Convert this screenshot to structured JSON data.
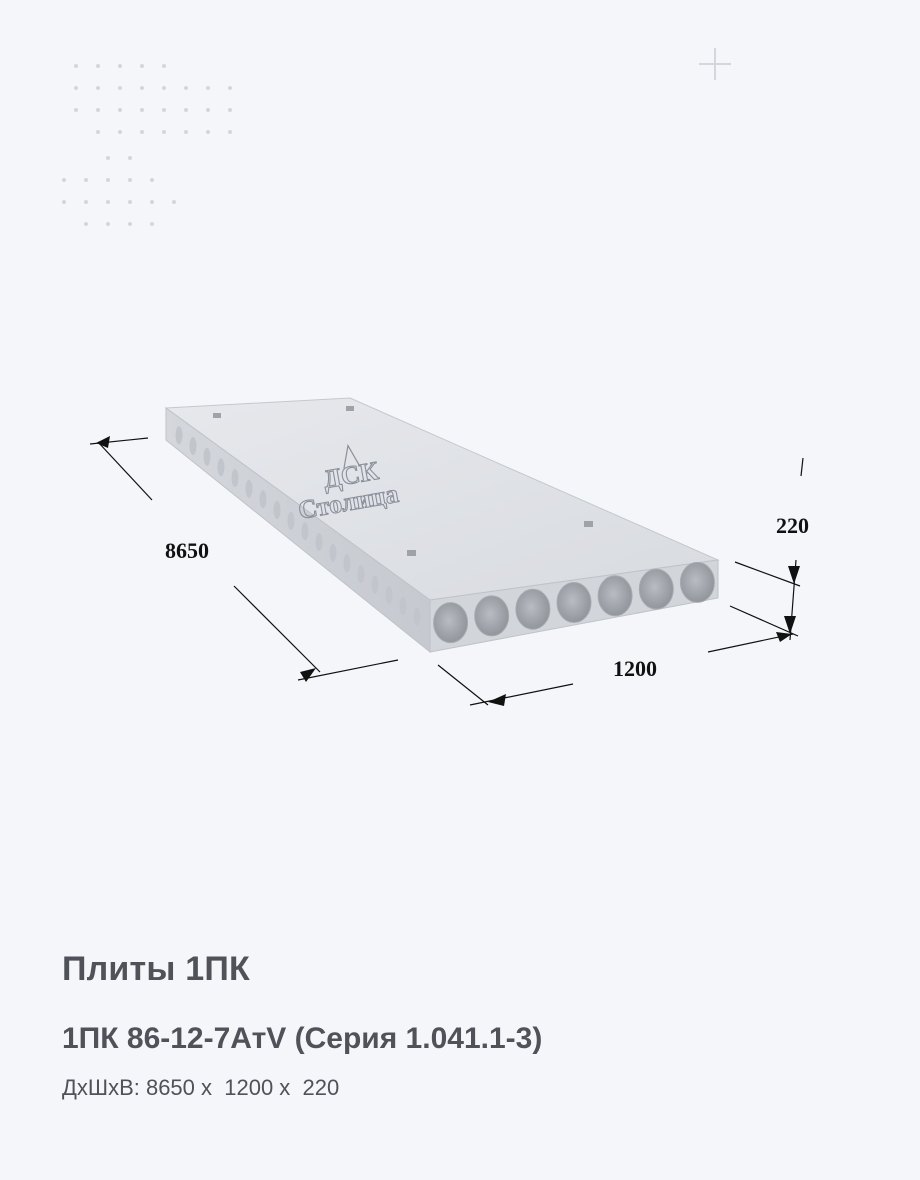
{
  "category_title": "Плиты 1ПК",
  "product_title": "1ПК 86-12-7АтV (Серия 1.041.1-3)",
  "dimensions_line": "ДхШхВ: 8650 х  1200 х  220",
  "drawing": {
    "length_label": "8650",
    "width_label": "1200",
    "height_label": "220",
    "logo_top": "ДСК",
    "logo_bottom": "Столица",
    "hollow_core_count": 7
  },
  "colors": {
    "background": "#f5f6fa",
    "text": "#4f5258",
    "slab_top": "#dfe2e6",
    "slab_face": "#cfd3d8",
    "dimension_lines": "#111111"
  }
}
